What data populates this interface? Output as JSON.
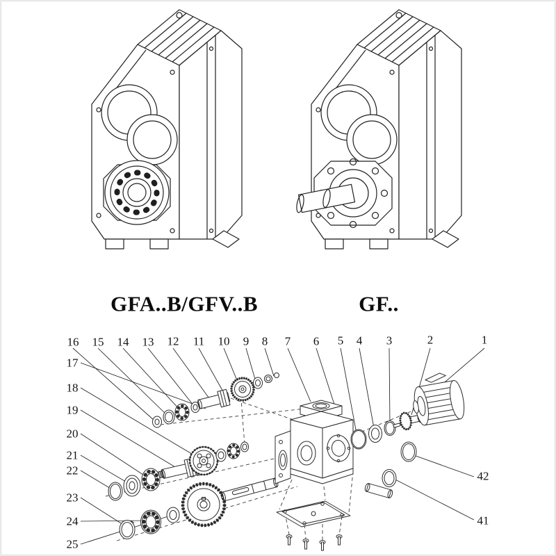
{
  "page": {
    "background": "#ffffff",
    "line_color": "#1f1f1f",
    "description": "Gear reducer catalog figure: two isometric housing drawings above an exploded parts diagram with numbered callouts"
  },
  "models": {
    "left_label": "GFA..B/GFV..B",
    "right_label": "GF.."
  },
  "exploded": {
    "top_callouts": [
      "16",
      "15",
      "14",
      "13",
      "12",
      "11",
      "10",
      "9",
      "8",
      "7",
      "6",
      "5",
      "4",
      "3",
      "2",
      "1"
    ],
    "left_callouts": [
      "17",
      "18",
      "19",
      "20",
      "21",
      "22",
      "23",
      "24",
      "25"
    ],
    "right_callouts": [
      "42",
      "41"
    ]
  }
}
